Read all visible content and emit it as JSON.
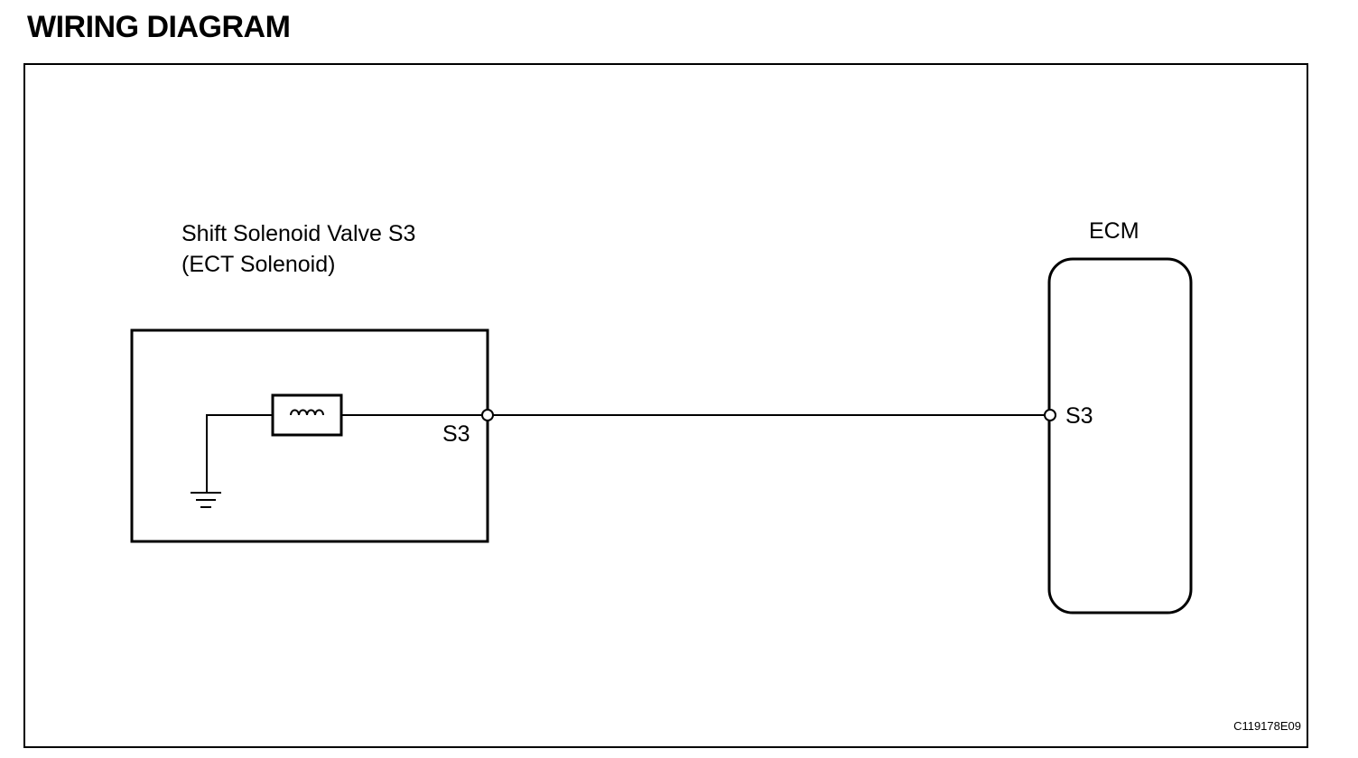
{
  "page": {
    "title": "WIRING DIAGRAM"
  },
  "diagram": {
    "components": {
      "solenoid": {
        "name_line1": "Shift Solenoid Valve S3",
        "name_line2": "(ECT Solenoid)",
        "terminal": "S3"
      },
      "ecm": {
        "name": "ECM",
        "terminal": "S3"
      }
    },
    "reference_code": "C119178E09",
    "colors": {
      "line": "#000000",
      "background": "#ffffff"
    },
    "icons": {
      "coil": "solenoid-coil-icon",
      "ground": "ground-icon",
      "terminal": "terminal-circle-icon"
    }
  }
}
